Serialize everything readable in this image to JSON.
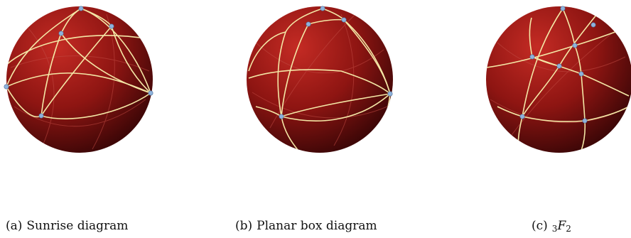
{
  "panels": [
    {
      "label": "(a)",
      "text": "Sunrise diagram"
    },
    {
      "label": "(b)",
      "text": "Planar box diagram"
    },
    {
      "label": "(c)",
      "math_sub": "3",
      "math_main": "F",
      "math_sub2": "2"
    }
  ],
  "colors": {
    "sphere_light": "#b8231f",
    "sphere_dark": "#4a0808",
    "great_circle": "#f4e7a6",
    "vertex": "#8fb3dc",
    "faint_arc": "#c14b44"
  }
}
